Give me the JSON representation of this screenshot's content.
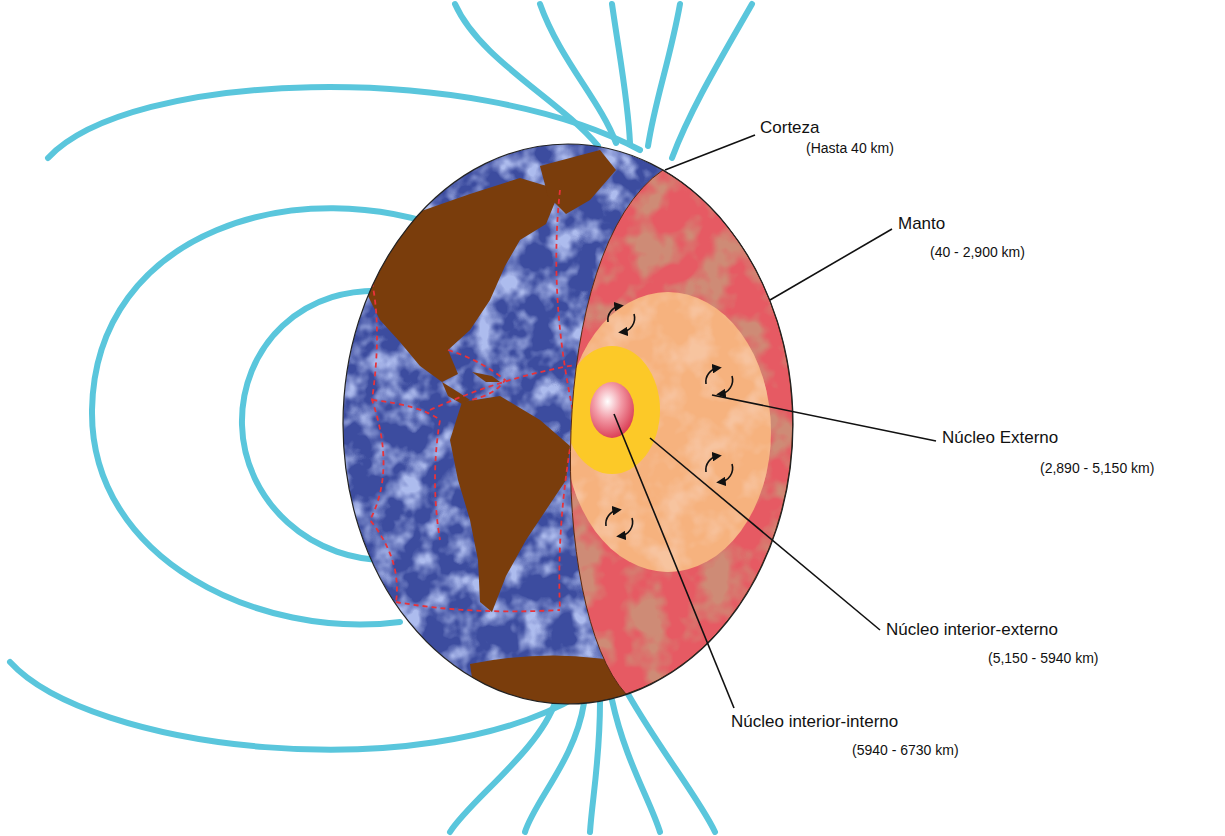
{
  "diagram": {
    "labels": [
      "Corteza",
      "(Hasta 40 km)",
      "Manto",
      "(40 - 2,900 km)",
      "Núcleo Externo",
      "(2,890 - 5,150 km)",
      "Núcleo interior-externo",
      "(5,150 - 5940 km)",
      "Núcleo interior-interno",
      "(5940 - 6730 km)"
    ]
  }
}
